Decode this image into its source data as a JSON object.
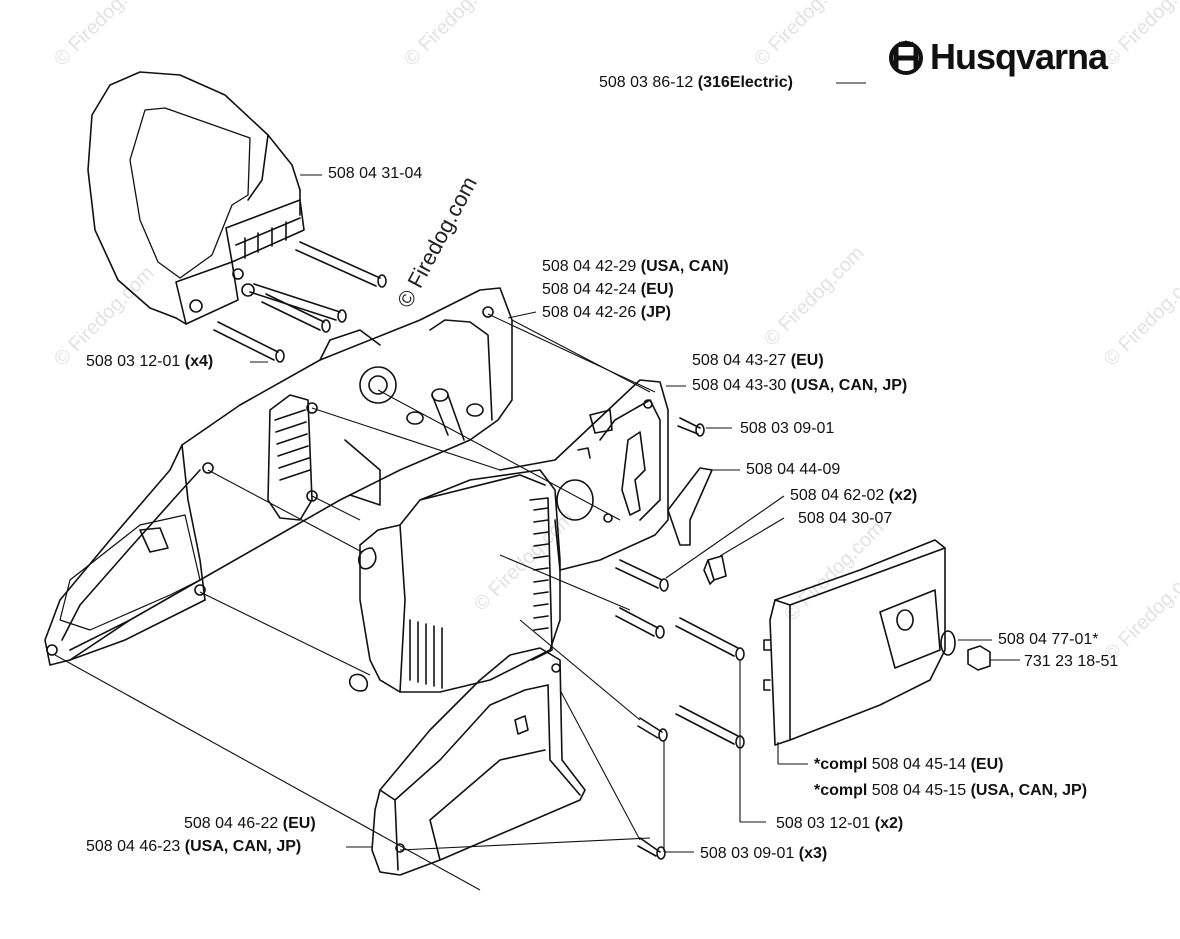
{
  "brand": {
    "name": "Husqvarna",
    "logo_icon": "husqvarna-crown-logo-icon"
  },
  "model": {
    "part": "508 03 86-12",
    "variant": "(316Electric)"
  },
  "vertical_watermark": "© Firedog.com",
  "watermark": "© Firedog.com",
  "labels": {
    "handle": {
      "part": "508 04 31-04"
    },
    "handle_screws": {
      "part": "508 03 12-01",
      "qty": "(x4)"
    },
    "housing_usa": {
      "part": "508 04 42-29",
      "region": "(USA, CAN)"
    },
    "housing_eu": {
      "part": "508 04 42-24",
      "region": "(EU)"
    },
    "housing_jp": {
      "part": "508 04 42-26",
      "region": "(JP)"
    },
    "cover_eu": {
      "part": "508 04 43-27",
      "region": "(EU)"
    },
    "cover_usa": {
      "part": "508 04 43-30",
      "region": "(USA, CAN, JP)"
    },
    "screw_top": {
      "part": "508 03 09-01"
    },
    "lever": {
      "part": "508 04 44-09"
    },
    "screws_x2": {
      "part": "508 04 62-02",
      "qty": "(x2)"
    },
    "clip": {
      "part": "508 04 30-07"
    },
    "washer": {
      "part": "508 04 77-01*"
    },
    "nut": {
      "part": "731 23 18-51"
    },
    "compl_eu": {
      "prefix": "*compl",
      "part": "508 04 45-14",
      "region": "(EU)"
    },
    "compl_usa": {
      "prefix": "*compl",
      "part": "508 04 45-15",
      "region": "(USA, CAN, JP)"
    },
    "rear_eu": {
      "part": "508 04 46-22",
      "region": "(EU)"
    },
    "rear_usa": {
      "part": "508 04 46-23",
      "region": "(USA, CAN, JP)"
    },
    "long_screws": {
      "part": "508 03 12-01",
      "qty": "(x2)"
    },
    "bottom_screws": {
      "part": "508 03 09-01",
      "qty": "(x3)"
    }
  }
}
